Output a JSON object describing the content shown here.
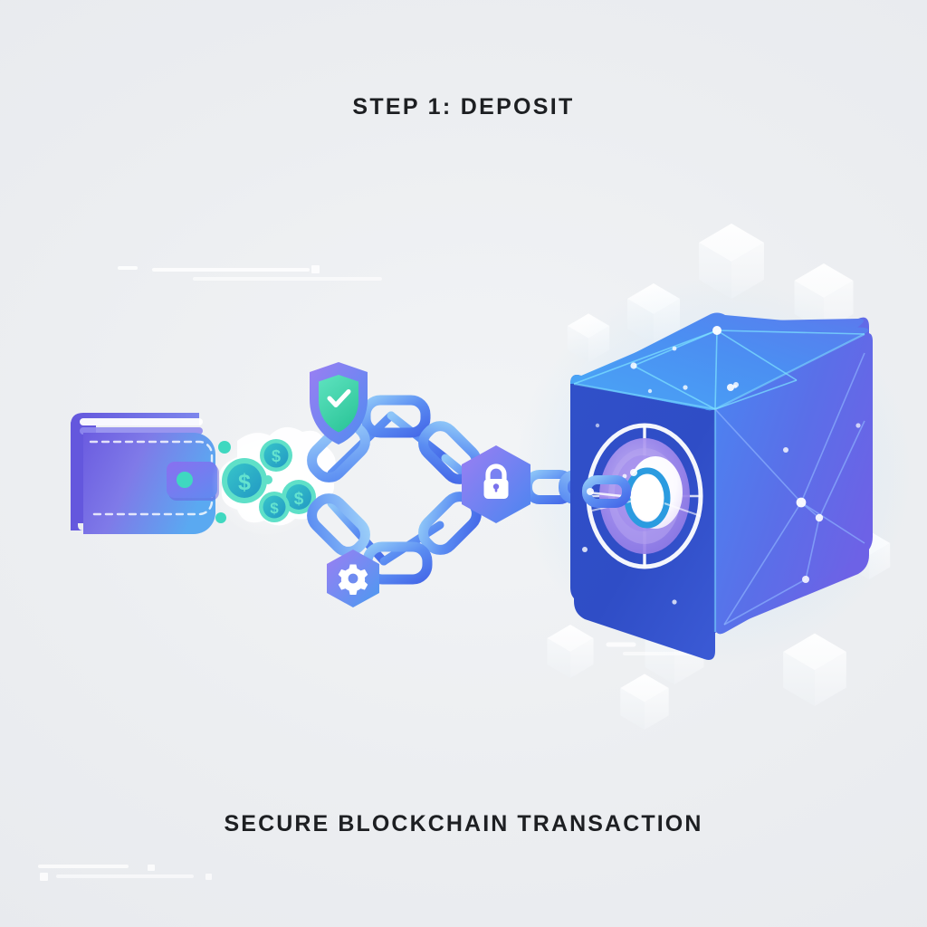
{
  "scene": {
    "title": "STEP 1: DEPOSIT",
    "footer": "SECURE BLOCKCHAIN TRANSACTION",
    "background_color": "#edeff2",
    "text_color": "#1d1f22"
  },
  "palette": {
    "bg": "#edeff2",
    "wallet_dark": "#6b5ce0",
    "wallet_light": "#59a8f0",
    "coin_ring": "#5fe0c8",
    "coin_face": "#2baec4",
    "chain_blue": "#4a7ff0",
    "chain_light": "#79b5f5",
    "shield_outer": "#8c6ff0",
    "shield_inner": "#3fd6a8",
    "lock_badge_a": "#8c6ff0",
    "lock_badge_b": "#4a86f0",
    "gear_badge_a": "#8c6ff0",
    "gear_badge_b": "#4a9af0",
    "vault_top": "#4fa8f5",
    "vault_front": "#2d4fc4",
    "vault_right": "#5b66e0",
    "vault_node": "#6fe0ff",
    "vault_door_purple": "#9b86ea",
    "vault_door_ring": "#2b9be0",
    "ghost_cube": "#f7f9fb"
  },
  "elements": {
    "wallet": {
      "name": "Wallet",
      "label": "wallet"
    },
    "coins": {
      "name": "Coins",
      "label": "dollar-coins",
      "count": 4,
      "symbol": "$"
    },
    "shield": {
      "name": "Shield",
      "label": "shield-check",
      "mark": "check"
    },
    "gear": {
      "name": "Gear",
      "label": "gear-hexagon"
    },
    "lock": {
      "name": "Lock",
      "label": "padlock-hexagon"
    },
    "chain": {
      "name": "Chain",
      "label": "blockchain-links",
      "link_count": 8
    },
    "vault": {
      "name": "Vault",
      "label": "blockchain-vault-cube",
      "door": "combination-dial"
    },
    "ghost_cubes": {
      "name": "Background blocks",
      "label": "floating-blocks",
      "count": 12
    },
    "data_lines": {
      "name": "Data streaks",
      "label": "data-streak-lines",
      "count": 7
    }
  }
}
